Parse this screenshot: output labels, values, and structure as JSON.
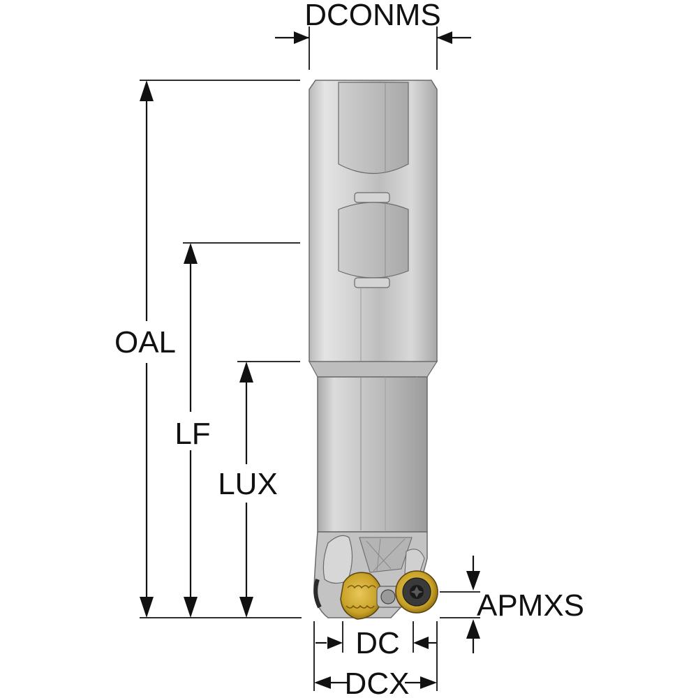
{
  "labels": {
    "dconms": "DCONMS",
    "oal": "OAL",
    "lf": "LF",
    "lux": "LUX",
    "apmxs": "APMXS",
    "dc": "DC",
    "dcx": "DCX"
  },
  "colors": {
    "line": "#111111",
    "shank_light": "#e6e6e6",
    "shank_mid": "#c8c8c8",
    "shank_dark": "#9a9a9a",
    "insert_gold": "#c9a227",
    "insert_dark": "#3a3a3a"
  }
}
